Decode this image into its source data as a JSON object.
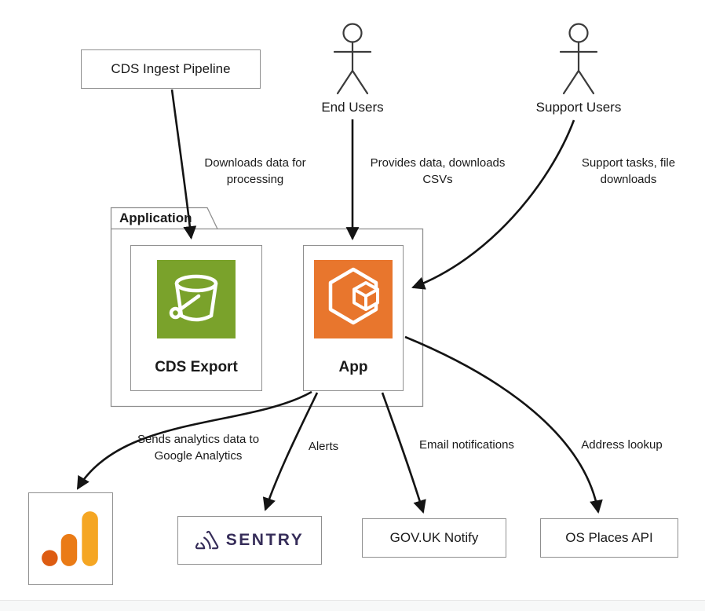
{
  "nodes": {
    "cds_ingest_pipeline": {
      "label": "CDS Ingest Pipeline"
    },
    "end_users": {
      "label": "End Users"
    },
    "support_users": {
      "label": "Support Users"
    },
    "application_boundary": {
      "label": "Application"
    },
    "cds_export": {
      "label": "CDS Export",
      "icon": "s3-bucket-icon"
    },
    "app": {
      "label": "App",
      "icon": "ecs-container-icon"
    },
    "google_analytics": {
      "icon": "google-analytics-icon"
    },
    "sentry": {
      "label": "SENTRY",
      "icon": "sentry-logo-icon"
    },
    "govuk_notify": {
      "label": "GOV.UK Notify"
    },
    "os_places_api": {
      "label": "OS Places API"
    }
  },
  "edges": {
    "ingest_to_cds_export": {
      "label": "Downloads data for processing"
    },
    "end_users_to_app": {
      "label": "Provides data, downloads CSVs"
    },
    "support_users_to_app": {
      "label": "Support tasks, file downloads"
    },
    "app_to_google_analytics": {
      "label": "Sends analytics data to Google Analytics"
    },
    "app_to_sentry": {
      "label": "Alerts"
    },
    "app_to_govuk_notify": {
      "label": "Email notifications"
    },
    "app_to_os_places": {
      "label": "Address lookup"
    }
  },
  "colors": {
    "s3_green": "#7AA22B",
    "ecs_orange": "#E8762D",
    "sentry_purple": "#362D59",
    "ga_tall_bar": "#F5A623",
    "ga_mid_bar": "#EA7B16",
    "ga_dot": "#DD5C12",
    "box_border": "#8F8F8F",
    "arrow": "#141414",
    "actor": "#3B3B3B",
    "text": "#1A1A1A"
  }
}
